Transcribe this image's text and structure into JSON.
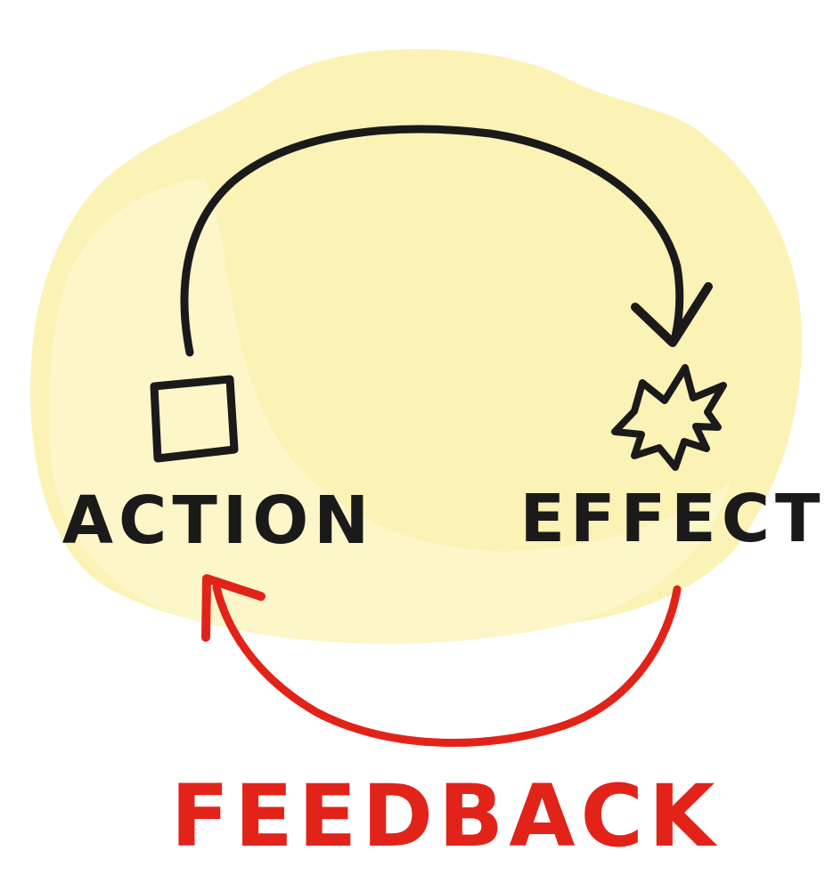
{
  "diagram": {
    "labels": {
      "action": "ACTION",
      "effect": "EFFECT",
      "feedback": "FEEDBACK"
    },
    "icons": {
      "action": "square-icon",
      "effect": "starburst-icon"
    },
    "colors": {
      "blob": "#fbf3b6",
      "blob_light": "#fcf6c9",
      "ink": "#1a1a1a",
      "feedback": "#e2231a",
      "background": "#ffffff"
    }
  }
}
